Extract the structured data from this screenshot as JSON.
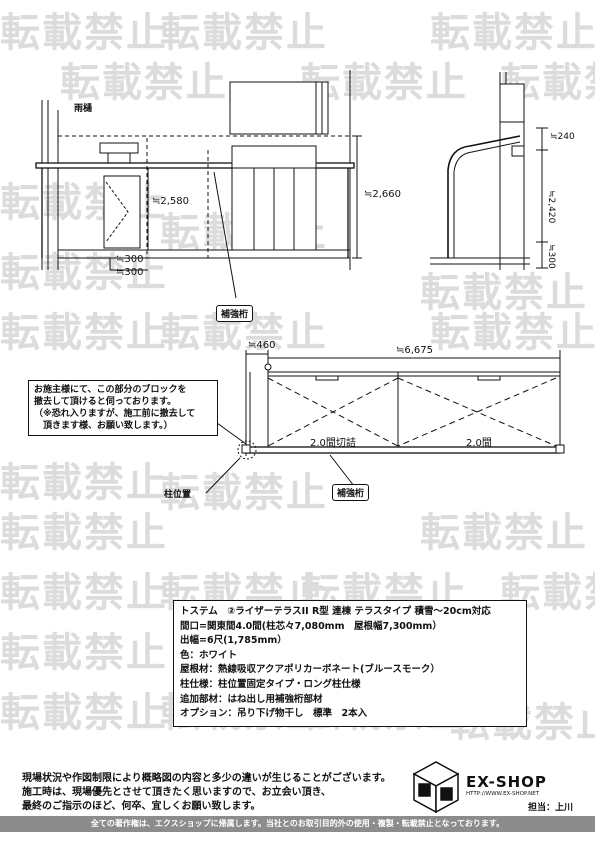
{
  "watermark": "転載禁止",
  "elevation": {
    "rain_gutter_label": "雨樋",
    "dim_2580": "≒2,580",
    "dim_2660": "≒2,660",
    "dim_300_a": "≒300",
    "dim_300_b": "≒300",
    "reinforce_tag": "補強桁"
  },
  "side_view": {
    "dim_240": "≒240",
    "dim_2420": "≒2,420",
    "dim_300": "≒300"
  },
  "plan": {
    "dim_460": "≒460",
    "dim_6675": "≒6,675",
    "span_left": "2.0間切詰",
    "span_right": "2.0間",
    "reinforce_tag": "補強桁",
    "post_label": "柱位置"
  },
  "note": {
    "lines": [
      "お施主様にて、この部分のブロックを",
      "撤去して頂けると伺っております。",
      "（※恐れ入りますが、施工前に撤去して",
      "　頂きます様、お願い致します。）"
    ]
  },
  "specs": {
    "lines": [
      "トステム　②ライザーテラスII R型 連棟 テラスタイプ 積雪～20cm対応",
      "間口=関東間4.0間(柱芯々7,080mm　屋根幅7,300mm）",
      "出幅=6尺(1,785mm）",
      "色：ホワイト",
      "屋根材：熱線吸収アクアポリカーボネート(ブルースモーク）",
      "柱仕様：柱位置固定タイプ・ロング柱仕様",
      "追加部材：はね出し用補強桁部材",
      "オプション：吊り下げ物干し　標準　2本入"
    ]
  },
  "footnote": {
    "lines": [
      "現場状況や作図制限により概略図の内容と多少の違いが生じることがございます。",
      "施工時は、現場優先とさせて頂きたく思いますので、お立会い頂き、",
      "最終のご指示のほど、何卒、宜しくお願い致します。"
    ]
  },
  "logo": {
    "name": "EX-SHOP",
    "url": "HTTP://WWW.EX-SHOP.NET",
    "staff": "担当：上川"
  },
  "footer": "全ての著作権は、エクスショップに帰属します。当社とのお取引目的外の使用・複製・転載禁止となっております。"
}
